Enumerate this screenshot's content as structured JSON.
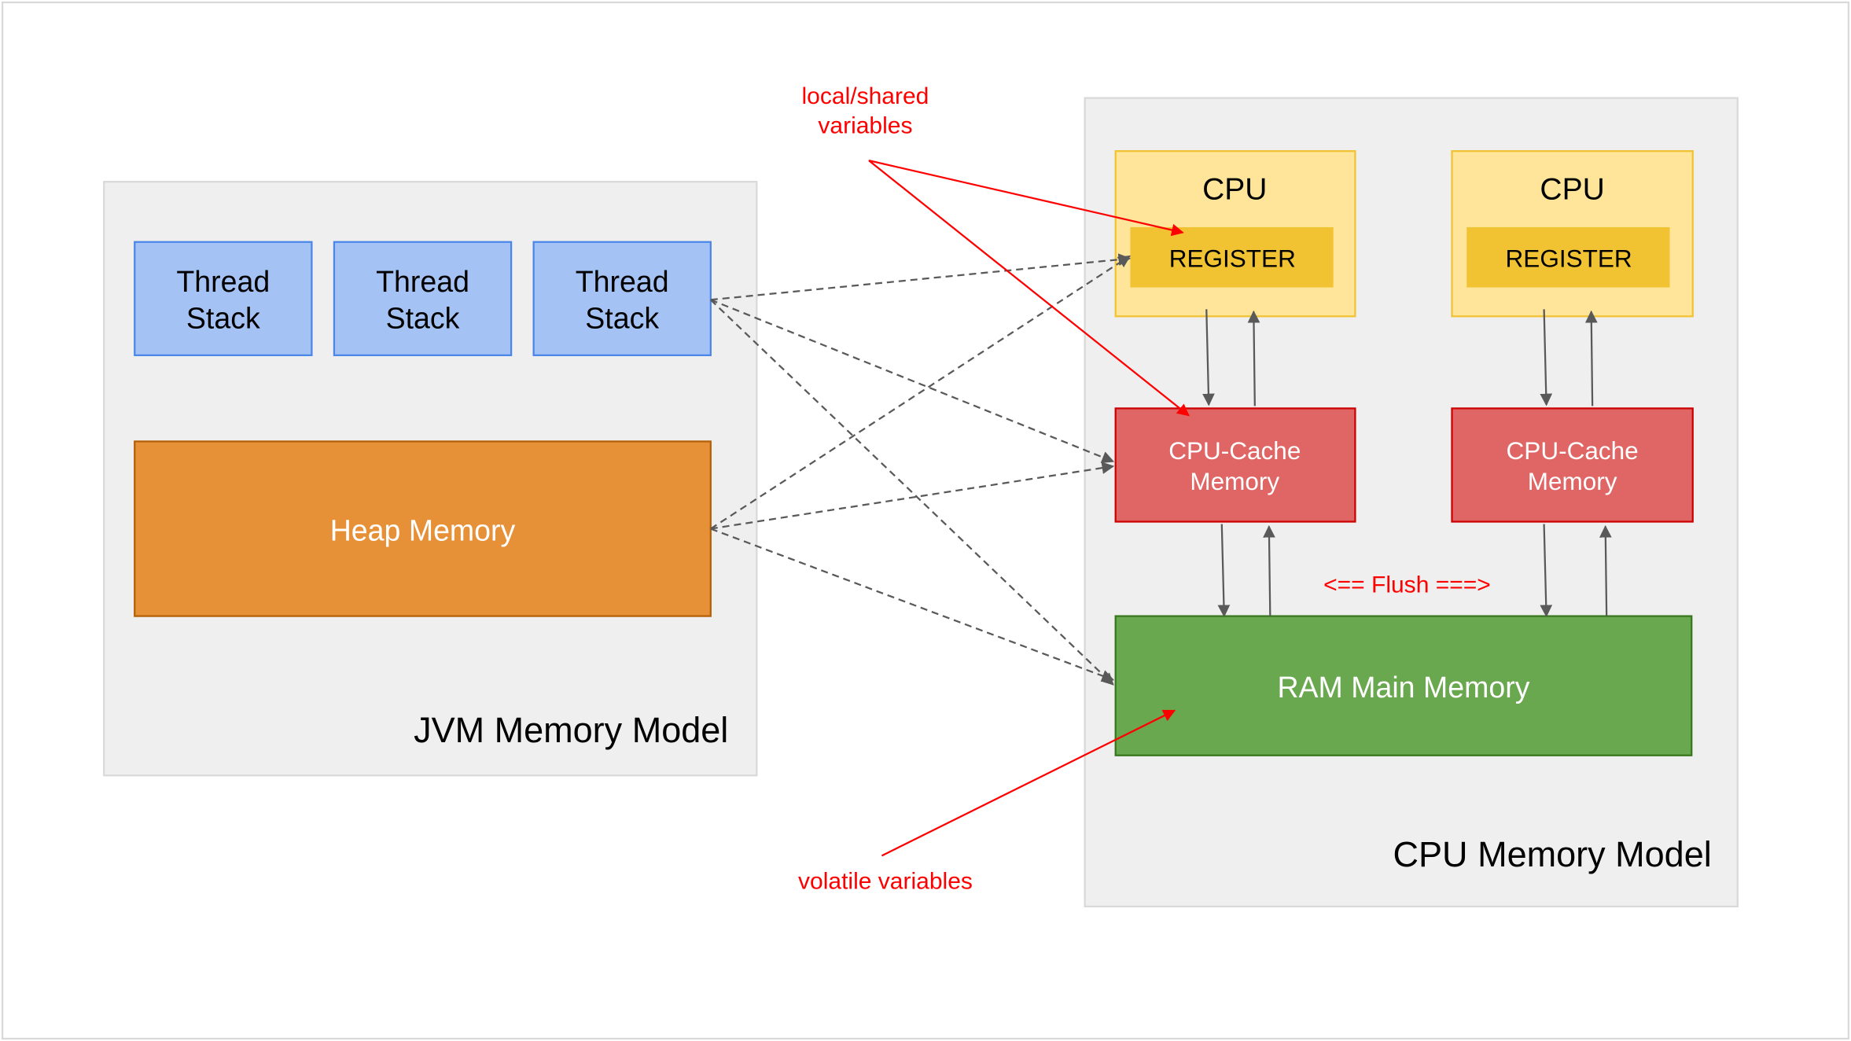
{
  "colors": {
    "panel": "#efefef",
    "thread_stack": "#a4c2f4",
    "heap": "#e69138",
    "cpu": "#ffe599",
    "register": "#f1c232",
    "cache": "#e06666",
    "ram": "#6aa84f",
    "annotation": "#ff0000",
    "connector": "#595959"
  },
  "jvm": {
    "title": "JVM Memory Model",
    "thread_stacks": [
      {
        "line1": "Thread",
        "line2": "Stack"
      },
      {
        "line1": "Thread",
        "line2": "Stack"
      },
      {
        "line1": "Thread",
        "line2": "Stack"
      }
    ],
    "heap": "Heap Memory"
  },
  "cpu_model": {
    "title": "CPU Memory Model",
    "cpus": [
      {
        "label": "CPU",
        "register": "REGISTER",
        "cache_line1": "CPU-Cache",
        "cache_line2": "Memory"
      },
      {
        "label": "CPU",
        "register": "REGISTER",
        "cache_line1": "CPU-Cache",
        "cache_line2": "Memory"
      }
    ],
    "ram": "RAM Main Memory",
    "flush": "<== Flush ===>"
  },
  "annotations": {
    "local_shared_line1": "local/shared",
    "local_shared_line2": "variables",
    "volatile": "volatile variables"
  }
}
